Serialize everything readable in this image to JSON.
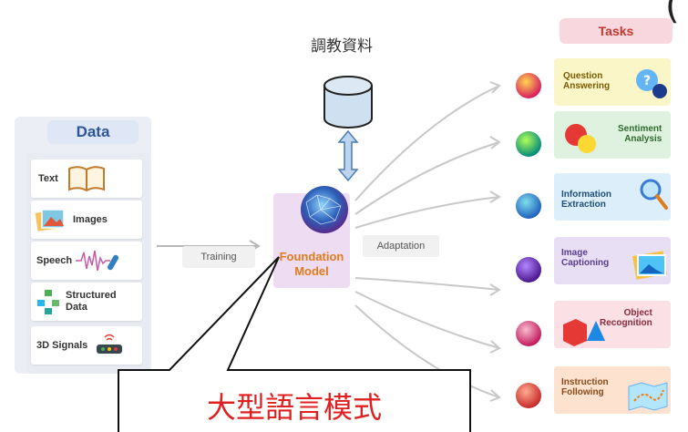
{
  "tuning_label": "調教資料",
  "data_panel": {
    "title": "Data",
    "items": [
      {
        "label": "Text",
        "icon": "book-icon"
      },
      {
        "label": "Images",
        "icon": "images-icon"
      },
      {
        "label": "Speech",
        "icon": "speech-waveform-icon"
      },
      {
        "label": "Structured\nData",
        "icon": "structured-data-icon"
      },
      {
        "label": "3D Signals",
        "icon": "3d-signals-icon"
      }
    ]
  },
  "training_label": "Training",
  "foundation_model_label": "Foundation\nModel",
  "adaptation_label": "Adaptation",
  "tasks": {
    "title": "Tasks",
    "items": [
      {
        "label": "Question\nAnswering",
        "bg": "#fbf6c8",
        "color": "#7a5b00"
      },
      {
        "label": "Sentiment\nAnalysis",
        "bg": "#dff2df",
        "color": "#2e6b2e"
      },
      {
        "label": "Information\nExtraction",
        "bg": "#dbeefa",
        "color": "#1f4e79"
      },
      {
        "label": "Image\nCaptioning",
        "bg": "#e8dff5",
        "color": "#5b3d8a"
      },
      {
        "label": "Object\nRecognition",
        "bg": "#fbe0e6",
        "color": "#8a2a3d"
      },
      {
        "label": "Instruction\nFollowing",
        "bg": "#fde3cf",
        "color": "#8a4a1a"
      }
    ]
  },
  "callout_text": "大型語言模式",
  "partial_glyph": "(",
  "colors": {
    "accent": "#e07c1c",
    "callout": "#e02020",
    "data_title": "#2f5597",
    "tasks_title": "#c0392b"
  }
}
